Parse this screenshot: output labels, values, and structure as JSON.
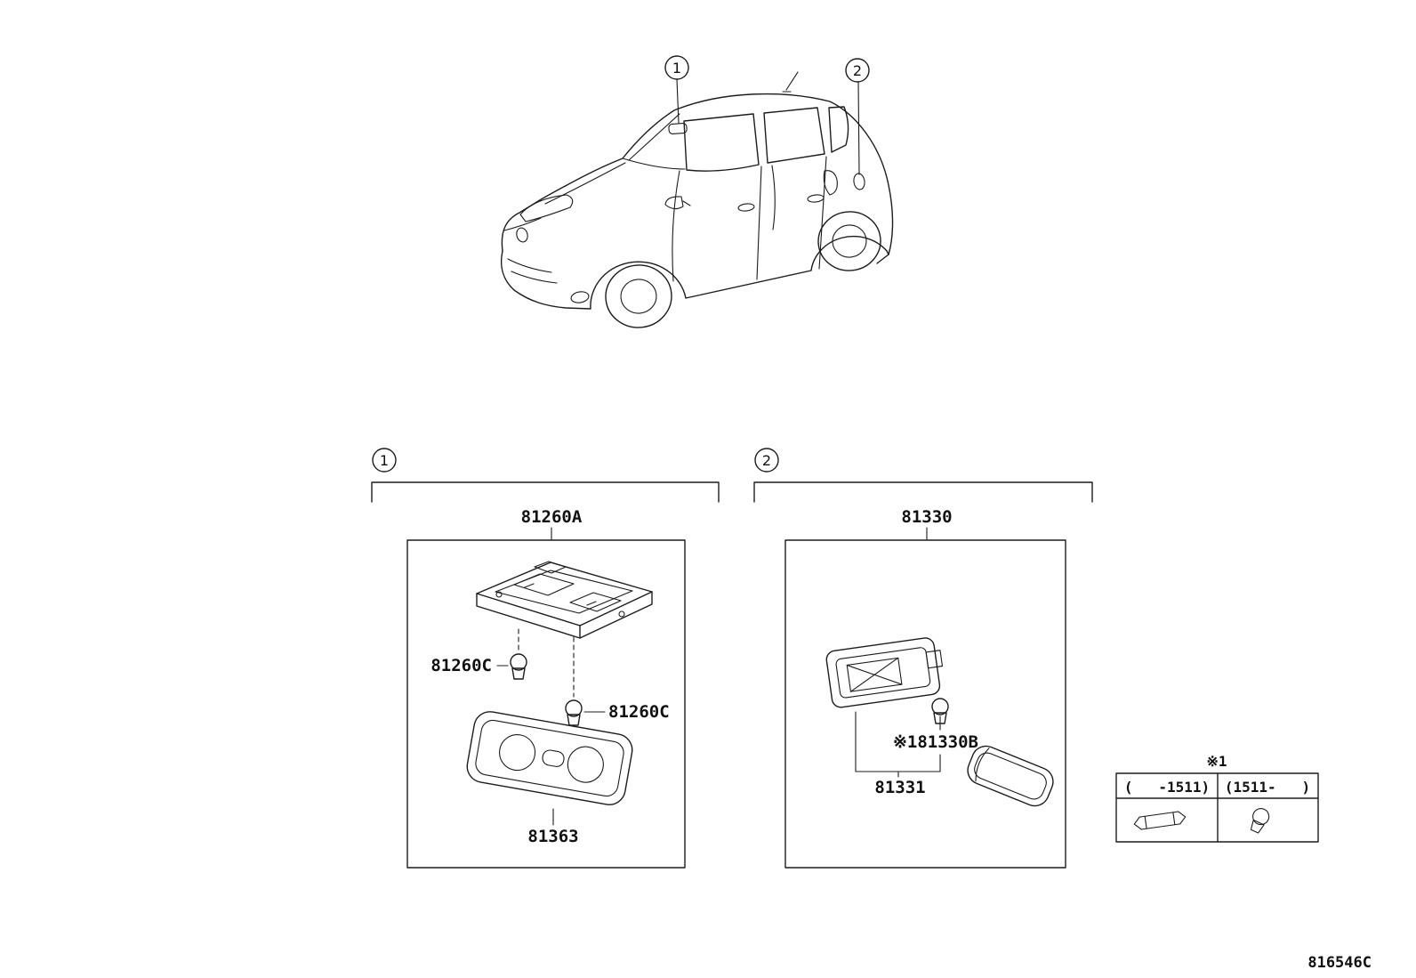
{
  "page": {
    "diagram_code": "816546C"
  },
  "callouts": {
    "c1": "1",
    "c2": "2"
  },
  "section1": {
    "callout": "1",
    "assembly": "81260A",
    "bulb_left": "81260C",
    "bulb_right": "81260C",
    "lens": "81363"
  },
  "section2": {
    "callout": "2",
    "assembly": "81330",
    "bulb": "※181330B",
    "socket": "81331"
  },
  "note_table": {
    "note": "※1",
    "columns": [
      "(   -1511)",
      "(1511-   )"
    ]
  }
}
